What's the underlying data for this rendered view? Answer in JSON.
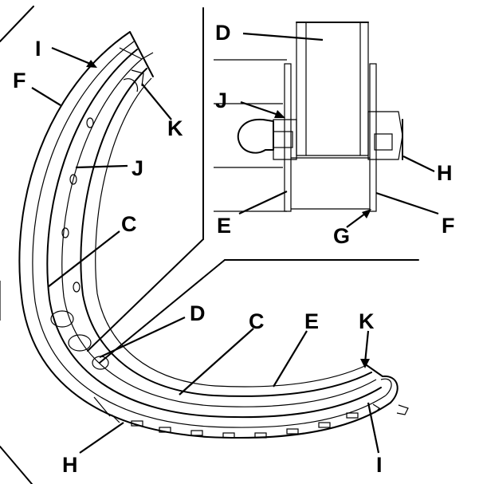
{
  "diagram": {
    "labels": {
      "I_top": "I",
      "F_left": "F",
      "K_top": "K",
      "J_arc": "J",
      "C_inner": "C",
      "D_callout": "D",
      "C_bottom": "C",
      "E_bottom": "E",
      "K_right": "K",
      "H_bottom": "H",
      "I_bottom": "I",
      "D_inset": "D",
      "J_inset": "J",
      "H_inset": "H",
      "E_inset": "E",
      "G_inset": "G",
      "F_inset": "F"
    },
    "colors": {
      "ink": "#000000",
      "background": "#ffffff",
      "section_fill": "#888888"
    }
  }
}
